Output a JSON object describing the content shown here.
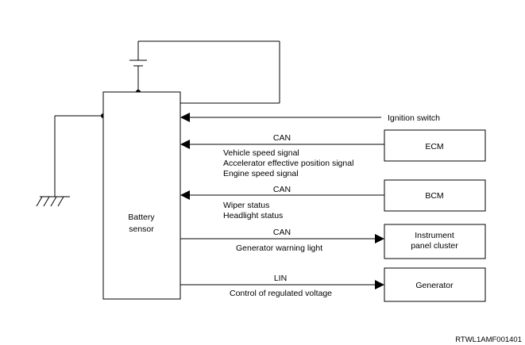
{
  "battery_sensor": {
    "line1": "Battery",
    "line2": "sensor"
  },
  "signals": {
    "ignition_switch": "Ignition switch",
    "ecm": {
      "module": "ECM",
      "bus": "CAN",
      "items": [
        "Vehicle speed signal",
        "Accelerator effective position signal",
        "Engine speed signal"
      ]
    },
    "bcm": {
      "module": "BCM",
      "bus": "CAN",
      "items": [
        "Wiper status",
        "Headlight status"
      ]
    },
    "cluster": {
      "module_line1": "Instrument",
      "module_line2": "panel cluster",
      "bus": "CAN",
      "items": [
        "Generator warning light"
      ]
    },
    "generator": {
      "module": "Generator",
      "bus": "LIN",
      "items": [
        "Control of regulated voltage"
      ]
    }
  },
  "figure_code": "RTWL1AMF001401"
}
